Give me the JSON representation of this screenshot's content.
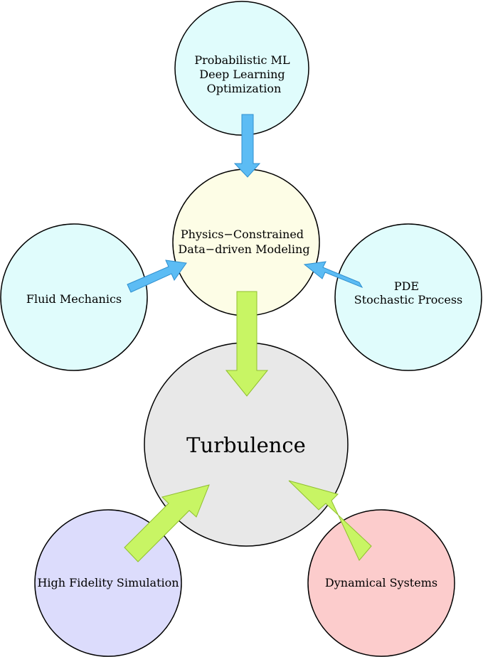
{
  "nodes": {
    "methods": {
      "lines": [
        "Probabilistic ML",
        "Deep Learning",
        "Optimization"
      ],
      "fill": "#e0fcfc"
    },
    "core": {
      "lines": [
        "Physics−Constrained",
        "Data−driven Modeling"
      ],
      "fill": "#fdfde6"
    },
    "fluid": {
      "lines": [
        "Fluid Mechanics"
      ],
      "fill": "#e0fcfc"
    },
    "pde": {
      "lines": [
        "PDE",
        "Stochastic Process"
      ],
      "fill": "#e0fcfc"
    },
    "turbulence": {
      "lines": [
        "Turbulence"
      ],
      "fill": "#e8e8e8"
    },
    "simulation": {
      "lines": [
        "High Fidelity Simulation"
      ],
      "fill": "#dcdcfc"
    },
    "dynamics": {
      "lines": [
        "Dynamical Systems"
      ],
      "fill": "#fccccc"
    }
  },
  "colors": {
    "blue_arrow": "#5cbcf4",
    "green_arrow": "#c8f564",
    "outline": "#000000"
  }
}
